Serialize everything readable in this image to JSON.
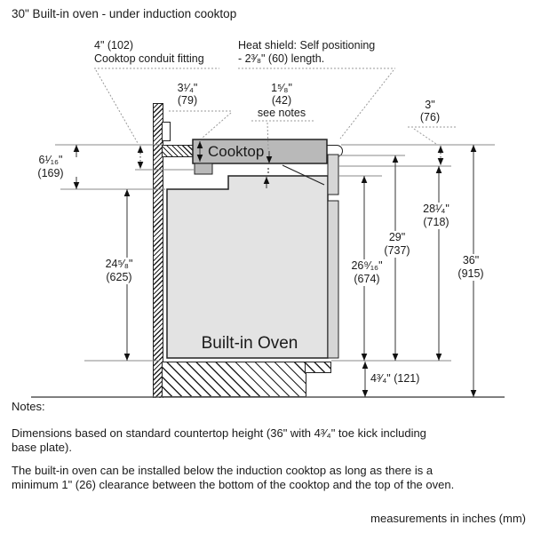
{
  "title": "30\" Built-in oven - under induction cooktop",
  "footer": "measurements in inches (mm)",
  "notes": {
    "heading": "Notes:",
    "para1": "Dimensions based on standard countertop height (36\" with 4³⁄₄\" toe kick including base plate).",
    "para2": "The built-in oven can be installed below the induction cooktop as long as there is a minimum 1\" (26) clearance between the bottom of the cooktop and the top of the oven."
  },
  "diagram": {
    "cooktop_label": "Cooktop",
    "oven_label": "Built-in Oven",
    "callouts": {
      "conduit_line1": "4\" (102)",
      "conduit_line2": "Cooktop conduit fitting",
      "heat_shield_line1": "Heat shield: Self positioning",
      "heat_shield_line2": "- 2³⁄₈\" (60) length."
    },
    "dims": {
      "cooktop_depth": {
        "in": "3¹⁄₄\"",
        "mm": "(79)"
      },
      "oven_cooktop_gap": {
        "in": "1⁵⁄₈\"",
        "mm": "(42)",
        "note": "see notes"
      },
      "counter_clearance": {
        "in": "3\"",
        "mm": "(76)"
      },
      "left_upper": {
        "in": "6¹⁄₁₆\"",
        "mm": "(169)"
      },
      "left_lower": {
        "in": "24⁵⁄₈\"",
        "mm": "(625)"
      },
      "oven_height": {
        "in": "26⁹⁄₁₆\"",
        "mm": "(674)"
      },
      "counter_bottom": {
        "in": "29\"",
        "mm": "(737)"
      },
      "clearance_total": {
        "in": "28¹⁄₄\"",
        "mm": "(718)"
      },
      "countertop_height": {
        "in": "36\"",
        "mm": "(915)"
      },
      "toe_kick": {
        "label": "4³⁄₄\" (121)"
      }
    }
  },
  "colors": {
    "cooktop_fill": "#b9b9b9",
    "fitting_fill": "#b9b9b9",
    "shield_fill": "#d6d6d6",
    "oven_fill": "#e3e3e3",
    "line": "#222222"
  }
}
